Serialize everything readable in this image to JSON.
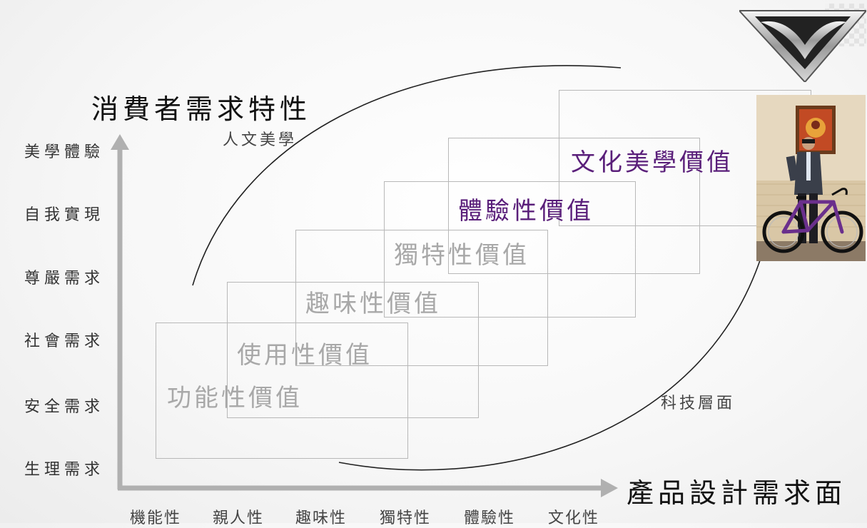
{
  "titles": {
    "y_axis": "消費者需求特性",
    "x_axis": "產品設計需求面"
  },
  "y_levels": [
    "美學體驗",
    "自我實現",
    "尊嚴需求",
    "社會需求",
    "安全需求",
    "生理需求"
  ],
  "x_levels": [
    "機能性",
    "親人性",
    "趣味性",
    "獨特性",
    "體驗性",
    "文化性"
  ],
  "notes": {
    "humanities": "人文美學",
    "technology": "科技層面"
  },
  "value_boxes": [
    "功能性價值",
    "使用性價值",
    "趣味性價值",
    "獨特性價值",
    "體驗性價值",
    "文化美學價值"
  ],
  "colors": {
    "faded_text": "#a8a8a8",
    "highlight_text": "#5a1f7a",
    "axis_arrow": "#b0b0b0"
  },
  "icons": {
    "logo": "silver-winged-v-logo",
    "photo": "person-with-purple-road-bicycle"
  }
}
